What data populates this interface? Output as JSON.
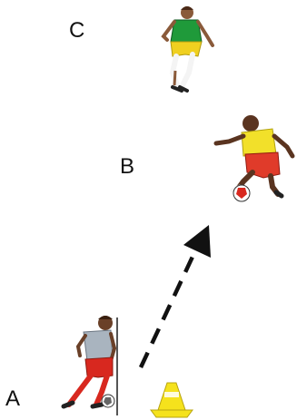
{
  "labels": {
    "a": "A",
    "b": "B",
    "c": "C"
  },
  "colors": {
    "player_c_shirt": "#1f9a3a",
    "player_c_shorts": "#f0d020",
    "player_b_shirt": "#f2e02a",
    "player_b_shorts": "#e03b2a",
    "player_a_shirt": "#a9b4bf",
    "player_a_shorts": "#d8281f",
    "cone": "#f5e21c",
    "arrow": "#111111",
    "skin": "#8a5a3a"
  },
  "icons": {
    "player_a": "soccer-player-dribbling-icon",
    "player_b": "soccer-player-receiving-icon",
    "player_c": "soccer-player-running-icon",
    "cone": "training-cone-icon",
    "arrow": "dashed-pass-arrow-icon"
  }
}
